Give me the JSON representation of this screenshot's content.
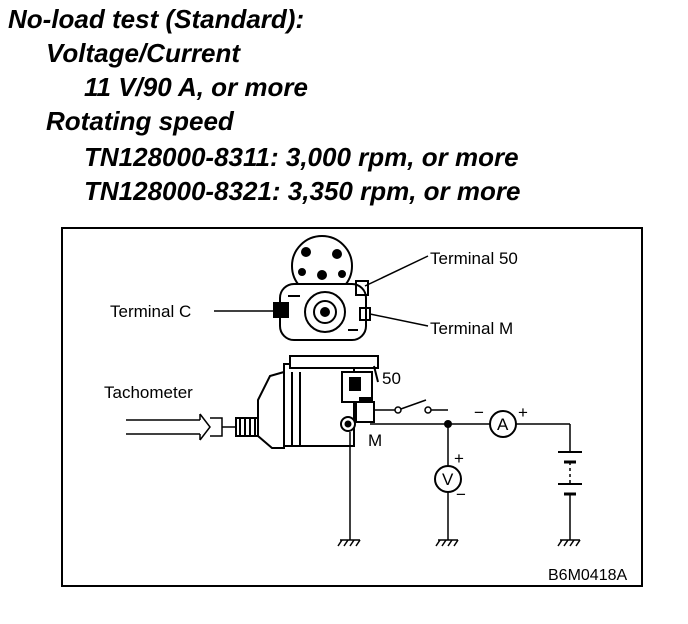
{
  "spec": {
    "heading": "No-load test (Standard):",
    "voltage_title": "Voltage/Current",
    "voltage_value": "11 V/90 A, or more",
    "speed_title": "Rotating speed",
    "speed_line_1": "TN128000-8311: 3,000 rpm, or more",
    "speed_line_2": "TN128000-8321: 3,350 rpm, or more"
  },
  "diagram": {
    "labels": {
      "terminal_50": "Terminal 50",
      "terminal_c": "Terminal C",
      "terminal_m": "Terminal M",
      "tachometer": "Tachometer",
      "mark_50": "50",
      "mark_m": "M",
      "ammeter": "A",
      "voltmeter": "V",
      "plus_a": "+",
      "minus_a": "−",
      "plus_v": "+",
      "minus_v": "−"
    },
    "figure_code": "B6M0418A"
  }
}
